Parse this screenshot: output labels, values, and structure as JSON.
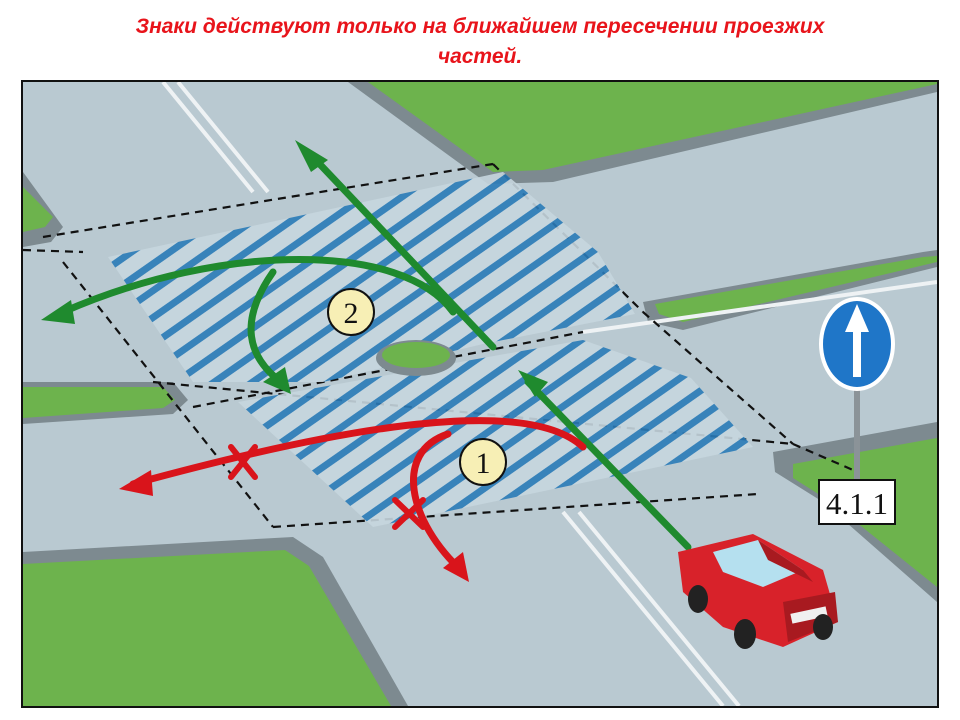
{
  "heading": {
    "line1": "Знаки действуют только на ближайшем пересечении проезжих",
    "line2": "частей."
  },
  "diagram": {
    "marker_1": "1",
    "marker_2": "2",
    "sign_plate": "4.1.1",
    "colors": {
      "allowed_arrow": "#1f8a2e",
      "forbidden_arrow": "#d9141b",
      "hatch": "#2a7bb8",
      "sign_blue": "#1f76c8",
      "grass": "#6db34d",
      "road": "#b9c9d1",
      "car": "#d8222a"
    },
    "icons": [
      "straight-arrow-icon",
      "cross-mark-icon",
      "car-icon"
    ]
  }
}
